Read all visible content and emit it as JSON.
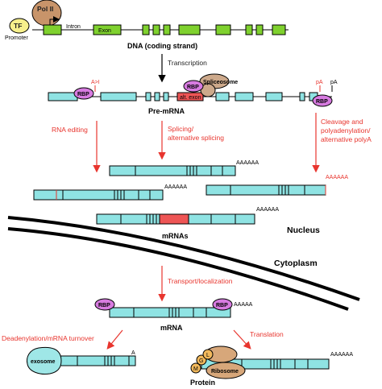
{
  "dna": {
    "tf": "TF",
    "pol": "Pol II",
    "promoter": "Promoter",
    "intron": "Intron",
    "exon": "Exon",
    "caption": "DNA (coding strand)"
  },
  "steps": {
    "transcription": "Transcription",
    "rna_editing": "RNA editing",
    "splicing": "Splicing/\nalternative splicing",
    "cleavage": "Cleavage and\npolyadenylation/\nalternative polyA",
    "transport": "Transport/localization",
    "deadenylation": "Deadenylation/mRNA turnover",
    "translation": "Translation"
  },
  "pre_mrna": {
    "caption": "Pre-mRNA",
    "edit_mark": "A>I",
    "rbp": "RBP",
    "spliceosome": "Spliceosome",
    "alt_exon": "alt. exon",
    "pa1": "pA",
    "pa2": "pA"
  },
  "mrnas": {
    "caption": "mRNAs",
    "polya": "AAAAAA"
  },
  "compartments": {
    "nucleus": "Nucleus",
    "cytoplasm": "Cytoplasm"
  },
  "mrna_cyto": {
    "caption": "mRNA",
    "rbp": "RBP",
    "polya": "AAAAA"
  },
  "decay": {
    "exosome": "exosome",
    "a": "A"
  },
  "translation_complex": {
    "protein": "Protein",
    "ribosome": "Ribosome",
    "m": "M",
    "g": "G",
    "l": "L",
    "polya": "AAAAAA"
  },
  "colors": {
    "exon_green": "#7fd12e",
    "mrna_cyan": "#8fe3e3",
    "alt_exon_red": "#ee5555",
    "rbp_purple": "#d77be0",
    "tf_yellow": "#f7f08c",
    "pol_brown": "#c8946a",
    "spliceosome_tan": "#cda98b",
    "ribosome_tan": "#d7a77a",
    "mgl_orange": "#f2b95c",
    "exosome_cyan": "#9fe7e7",
    "red_text": "#e8352e"
  }
}
